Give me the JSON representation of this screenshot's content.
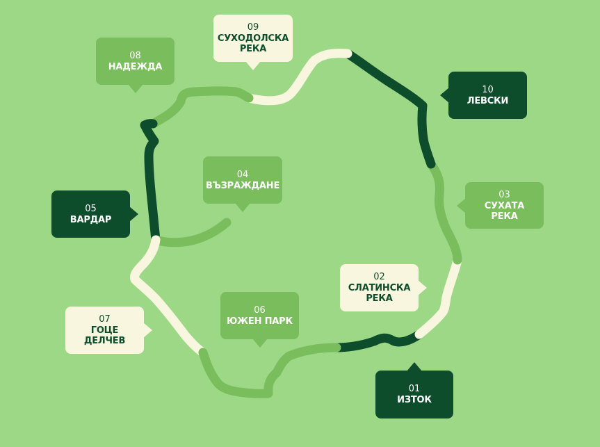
{
  "colors": {
    "background": "#9dd886",
    "route_dark": "#0e4d2c",
    "route_medium": "#7abd5c",
    "route_cream": "#f9f6e0",
    "text_dark": "#0e4d2c",
    "text_light": "#ffffff"
  },
  "districts": [
    {
      "id": "01",
      "name": "ИЗТОК",
      "style": "dark"
    },
    {
      "id": "02",
      "name": "СЛАТИНСКА РЕКА",
      "style": "cream"
    },
    {
      "id": "03",
      "name": "СУХАТА РЕКА",
      "style": "medium"
    },
    {
      "id": "04",
      "name": "ВЪЗРАЖДАНЕ",
      "style": "medium"
    },
    {
      "id": "05",
      "name": "ВАРДАР",
      "style": "dark"
    },
    {
      "id": "06",
      "name": "ЮЖЕН ПАРК",
      "style": "medium"
    },
    {
      "id": "07",
      "name": "ГОЦЕ ДЕЛЧЕВ",
      "style": "cream"
    },
    {
      "id": "08",
      "name": "НАДЕЖДА",
      "style": "medium"
    },
    {
      "id": "09",
      "name": "СУХОДОЛСКА РЕКА",
      "style": "cream"
    },
    {
      "id": "10",
      "name": "ЛЕВСКИ",
      "style": "dark"
    }
  ]
}
